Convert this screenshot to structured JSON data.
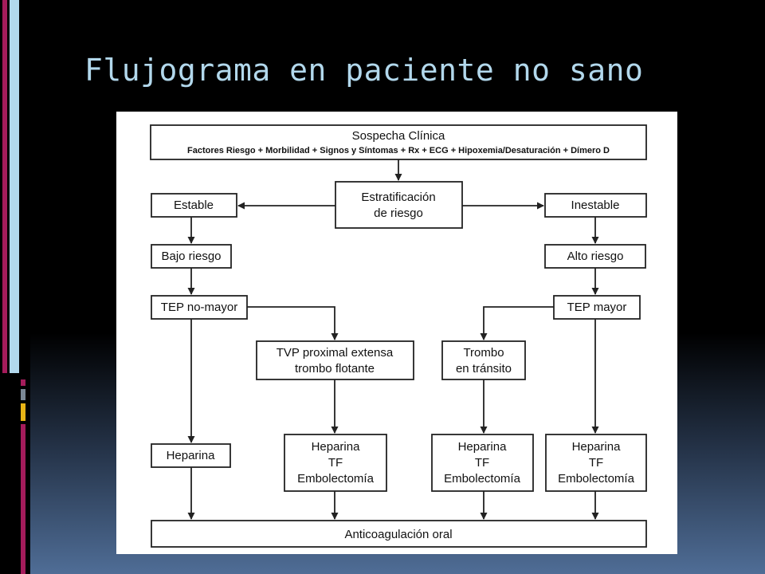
{
  "slide": {
    "title": "Flujograma en paciente no sano",
    "title_color": "#b2d8ec",
    "accent_colors": [
      "#a51c5b",
      "#b2d8ec",
      "#4f7d99",
      "#e8b416"
    ]
  },
  "diagram": {
    "sospecha_title": "Sospecha Clínica",
    "sospecha_sub": "Factores Riesgo + Morbilidad + Signos y Síntomas + Rx + ECG + Hipoxemia/Desaturación + Dímero D",
    "estratificacion": [
      "Estratificación",
      "de riesgo"
    ],
    "estable": "Estable",
    "inestable": "Inestable",
    "bajo_riesgo": "Bajo riesgo",
    "alto_riesgo": "Alto riesgo",
    "tep_no_mayor": "TEP no-mayor",
    "tep_mayor": "TEP mayor",
    "tvp": [
      "TVP proximal extensa",
      "trombo flotante"
    ],
    "trombo": [
      "Trombo",
      "en tránsito"
    ],
    "heparina": "Heparina",
    "treatment": [
      "Heparina",
      "TF",
      "Embolectomía"
    ],
    "anticoagulacion": "Anticoagulación oral"
  }
}
